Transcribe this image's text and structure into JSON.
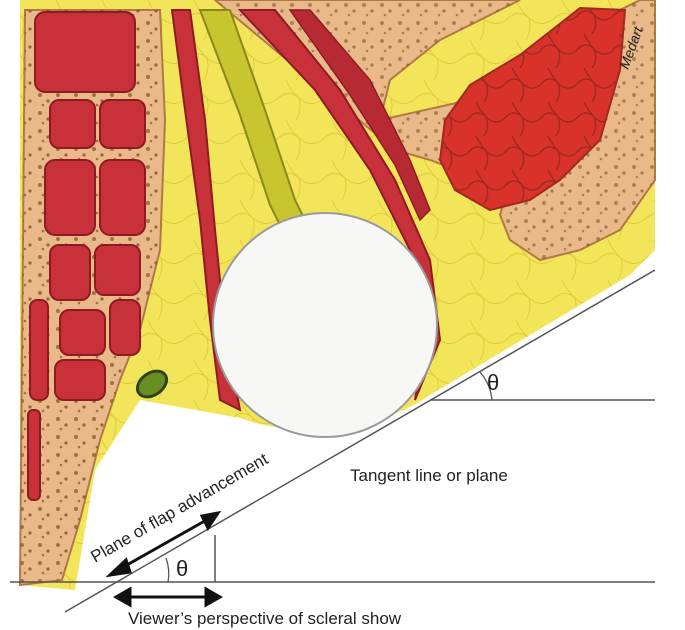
{
  "labels": {
    "tangent": "Tangent line or plane",
    "flap_plane": "Plane of flap advancement",
    "viewer": "Viewer’s perspective of scleral show",
    "theta_upper": "θ",
    "theta_lower": "θ",
    "signature": "Medart"
  },
  "colors": {
    "fat_yellow": "#f3e55a",
    "fat_cell_line": "#e2d040",
    "bone_tan": "#e9b98a",
    "bone_outline": "#8b5a2b",
    "muscle_red": "#c8313a",
    "muscle_dark": "#8e1b22",
    "nerve_green": "#c9c52e",
    "globe_white": "#f7f8f6",
    "line_gray": "#555555"
  }
}
